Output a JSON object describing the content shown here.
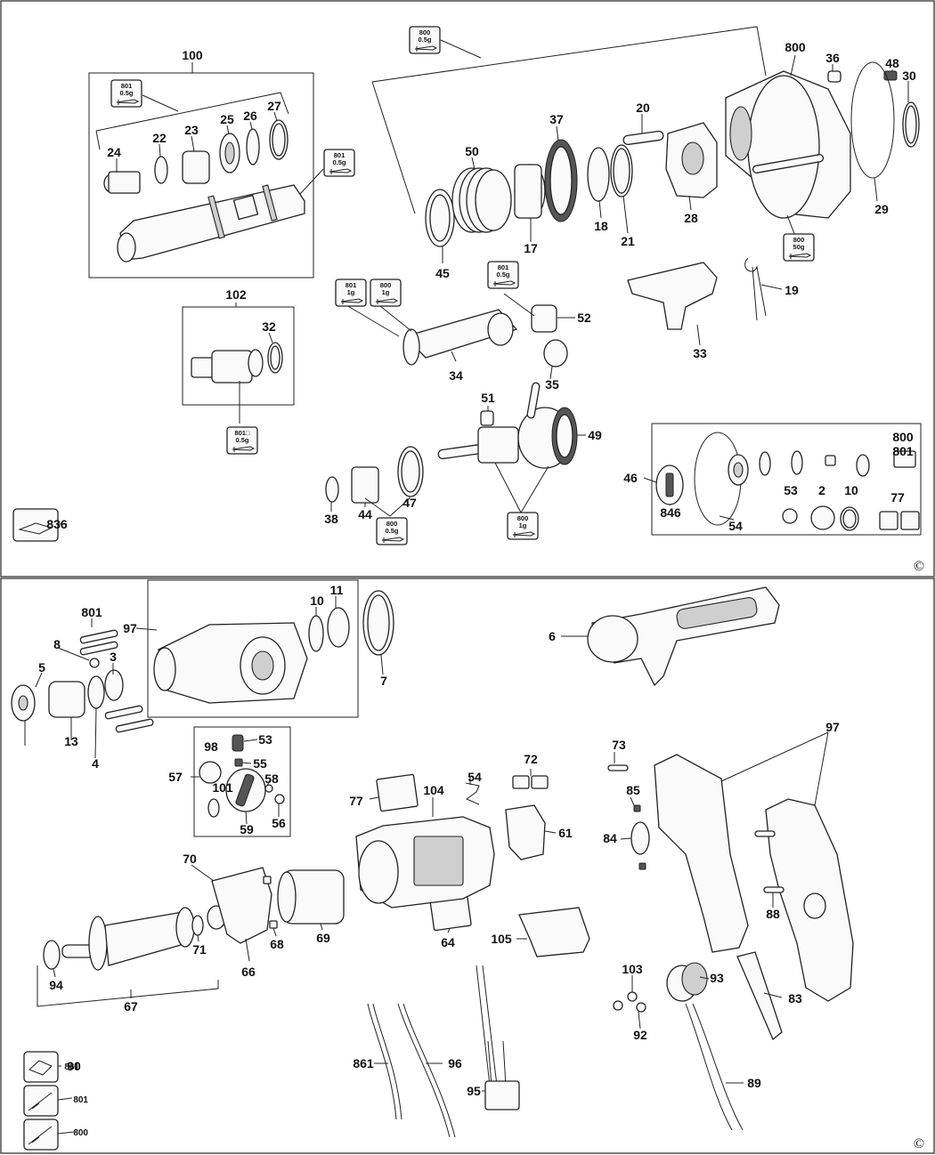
{
  "copyright_mark": "©",
  "part_numbers": [
    "100",
    "24",
    "22",
    "23",
    "25",
    "26",
    "27",
    "102",
    "32",
    "836",
    "800",
    "36",
    "48",
    "30",
    "37",
    "20",
    "50",
    "18",
    "21",
    "28",
    "29",
    "45",
    "17",
    "19",
    "52",
    "34",
    "33",
    "35",
    "51",
    "49",
    "38",
    "44",
    "47",
    "46",
    "846",
    "54",
    "53",
    "2",
    "10",
    "77",
    "801",
    "97",
    "8",
    "10",
    "11",
    "5",
    "3",
    "7",
    "13",
    "4",
    "6",
    "98",
    "53",
    "55",
    "58",
    "56",
    "57",
    "101",
    "59",
    "54",
    "72",
    "77",
    "104",
    "61",
    "73",
    "97",
    "85",
    "84",
    "70",
    "71",
    "66",
    "68",
    "69",
    "64",
    "105",
    "88",
    "94",
    "67",
    "103",
    "93",
    "83",
    "92",
    "90",
    "861",
    "96",
    "95",
    "89",
    "91"
  ],
  "grease_tags": [
    {
      "code": "801",
      "amount": "0.5g"
    },
    {
      "code": "800",
      "amount": "0.5g"
    },
    {
      "code": "801",
      "amount": "0.5g"
    },
    {
      "code": "800",
      "amount": "50g"
    },
    {
      "code": "801",
      "amount": "1g"
    },
    {
      "code": "800",
      "amount": "1g"
    },
    {
      "code": "801",
      "amount": "0.5g"
    },
    {
      "code": "801□",
      "amount": "0.5g"
    },
    {
      "code": "800",
      "amount": "0.5g"
    },
    {
      "code": "800",
      "amount": "1g"
    }
  ],
  "kit_tool_labels": [
    "861",
    "801",
    "800"
  ],
  "service_kit_header": [
    "800",
    "801"
  ]
}
